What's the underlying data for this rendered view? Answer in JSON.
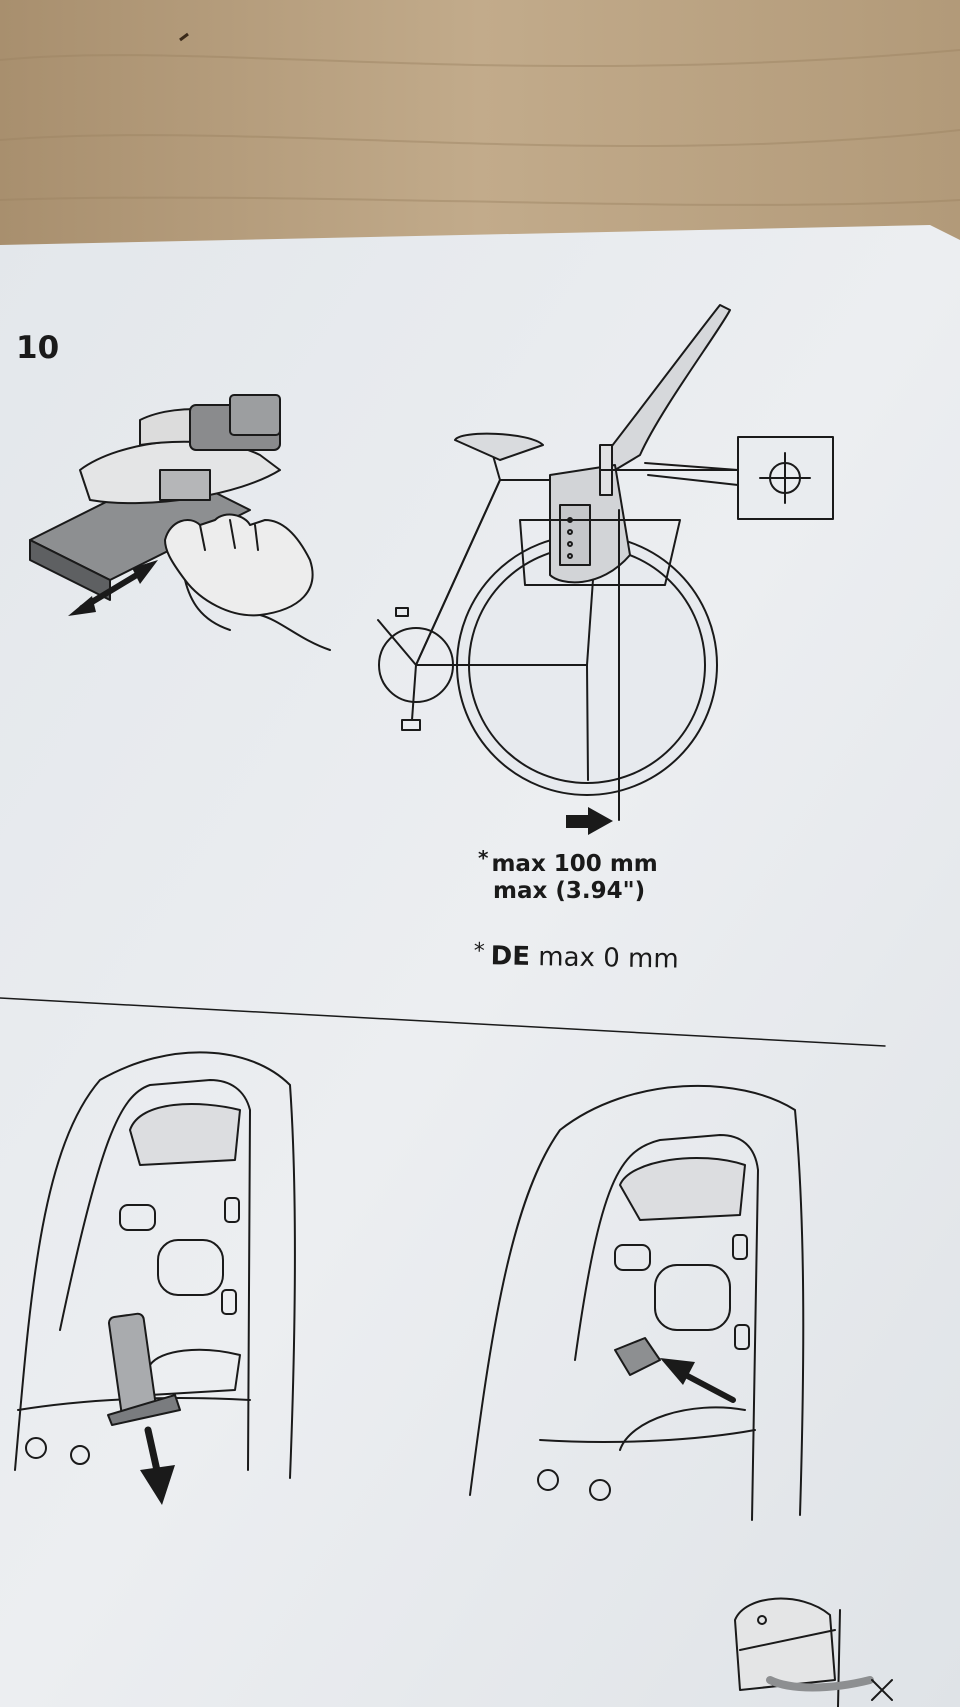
{
  "step": {
    "number": "10"
  },
  "measurement": {
    "asterisk": "*",
    "max_mm": "max 100 mm",
    "max_inch": "max (3.94\")",
    "de_code": "DE",
    "de_rule": " max 0 mm"
  },
  "icons": {
    "double-arrow": "adjust direction",
    "arrow-right": "shift direction",
    "crosshair": "alignment marker",
    "arrow-down": "pull down",
    "arrow-insert": "insert direction",
    "helmet": "helmet warning"
  },
  "colors": {
    "paper": "#e9ecef",
    "ink": "#1a1a1a",
    "table": "#b7a182"
  }
}
